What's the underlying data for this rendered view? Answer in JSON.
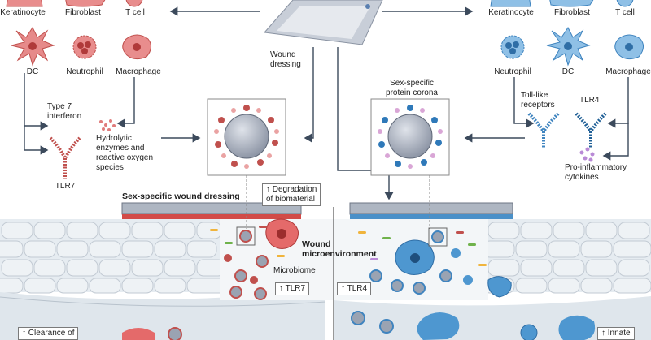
{
  "left_panel": {
    "cells_row1": [
      "Keratinocyte",
      "Fibroblast",
      "T cell"
    ],
    "cells_row2": [
      "DC",
      "Neutrophil",
      "Macrophage"
    ],
    "type7": "Type 7\ninterferon",
    "hydrolytic": "Hydrolytic\nenzymes and\nreactive oxygen\nspecies",
    "tlr7": "TLR7",
    "title": "Sex-specific wound dressing",
    "degradation": "↑ Degradation\nof biomaterial",
    "microbiome": "Microbiome",
    "tlr7_box": "↑ TLR7",
    "clearance": "↑ Clearance of"
  },
  "center": {
    "wound_dressing": "Wound\ndressing",
    "wound_micro": "Wound\nmicroenvironment"
  },
  "right_panel": {
    "cells_row1": [
      "Keratinocyte",
      "Fibroblast",
      "T cell"
    ],
    "cells_row2": [
      "Neutrophil",
      "DC",
      "Macrophage"
    ],
    "corona": "Sex-specific\nprotein corona",
    "tollike": "Toll-like\nreceptors",
    "tlr4": "TLR4",
    "proinflammatory": "Pro-inflammatory\ncytokines",
    "tlr4_box": "↑ TLR4",
    "innate": "↑ Innate"
  },
  "colors": {
    "female": "#d9534f",
    "male": "#4a90c8",
    "tissue": "#e9eef2",
    "arrow": "#3c4a5c"
  }
}
